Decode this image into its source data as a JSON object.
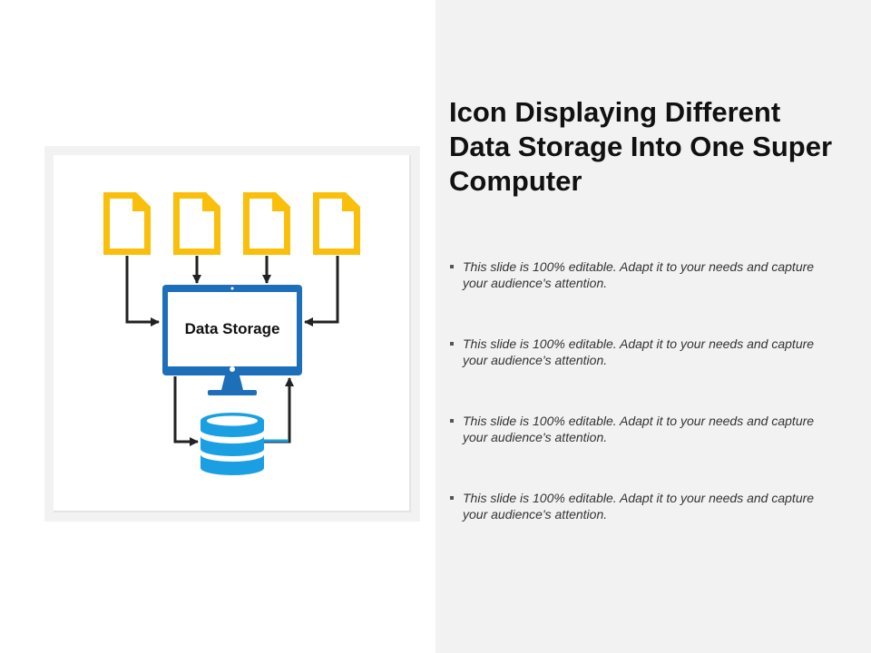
{
  "slide": {
    "title": "Icon Displaying Different Data Storage Into One Super Computer"
  },
  "diagram": {
    "screen_label": "Data Storage",
    "document_count": 4,
    "colors": {
      "document": "#f9bf0b",
      "monitor": "#1e6fba",
      "database": "#1aa0e2",
      "arrow": "#222222"
    },
    "icons": [
      "document-icon",
      "monitor-icon",
      "database-icon"
    ]
  },
  "bullets": [
    {
      "text": "This slide is 100% editable. Adapt it to your needs and capture your audience's attention."
    },
    {
      "text": "This slide is 100% editable. Adapt it to your needs and capture your audience's attention."
    },
    {
      "text": "This slide is 100% editable. Adapt it to your needs and capture your audience's attention."
    },
    {
      "text": "This slide is 100% editable. Adapt it to your needs and capture your audience's attention."
    }
  ]
}
